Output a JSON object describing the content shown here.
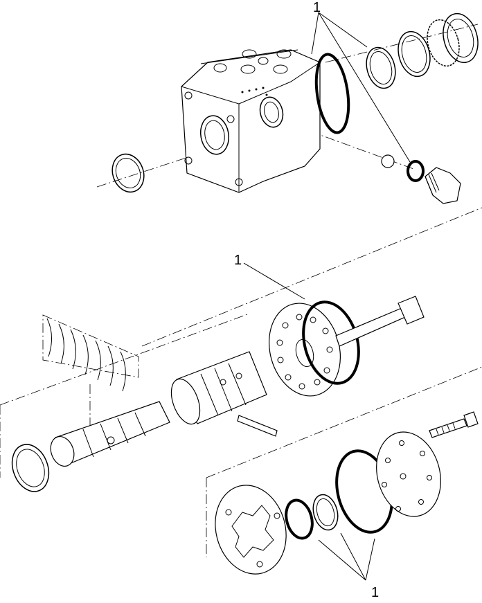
{
  "diagram": {
    "callouts": [
      {
        "id": "callout-top",
        "label": "1"
      },
      {
        "id": "callout-middle",
        "label": "1"
      },
      {
        "id": "callout-bottom",
        "label": "1"
      }
    ]
  }
}
